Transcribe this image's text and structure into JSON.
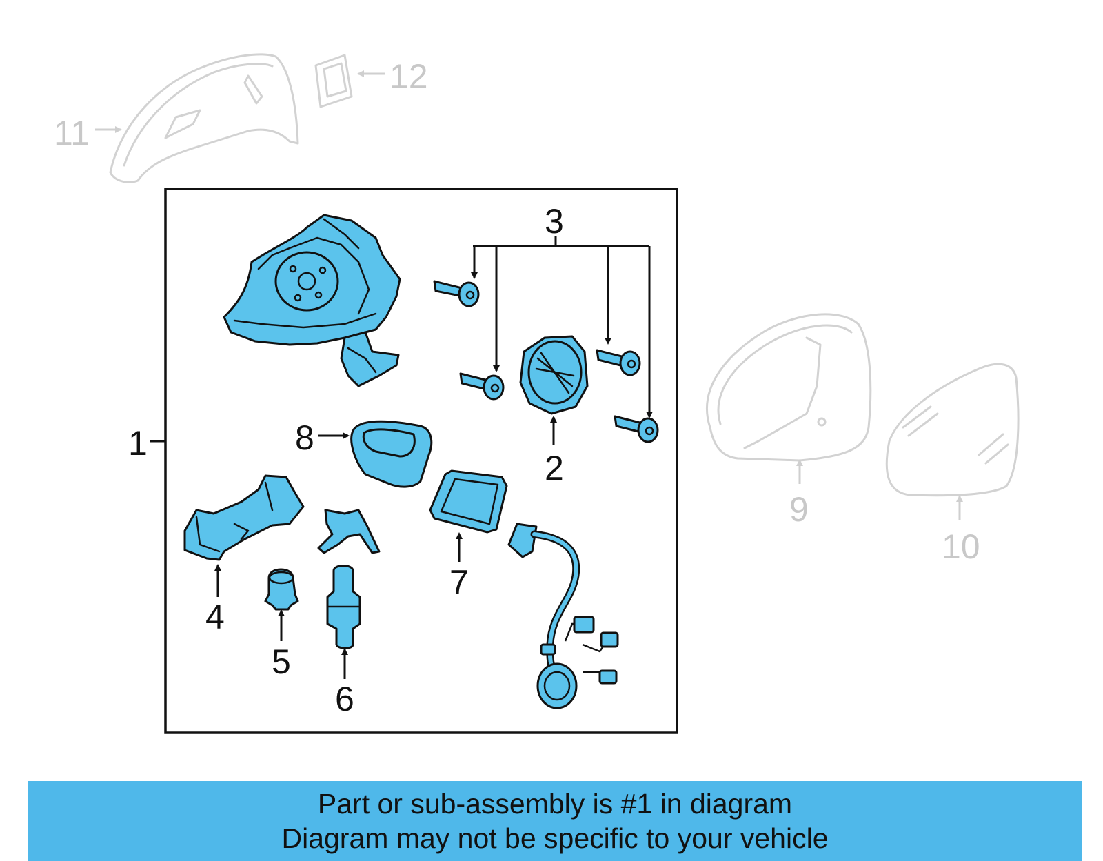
{
  "callouts": {
    "c1": "1",
    "c2": "2",
    "c3": "3",
    "c4": "4",
    "c5": "5",
    "c6": "6",
    "c7": "7",
    "c8": "8",
    "c9": "9",
    "c10": "10",
    "c11": "11",
    "c12": "12"
  },
  "banner": {
    "line1": "Part or sub-assembly is #1 in diagram",
    "line2": "Diagram may not be specific to your vehicle"
  },
  "colors": {
    "highlight_part": "#5bc3ec",
    "banner_background": "#4fb8ea",
    "faded_part": "#d2d2d2"
  }
}
